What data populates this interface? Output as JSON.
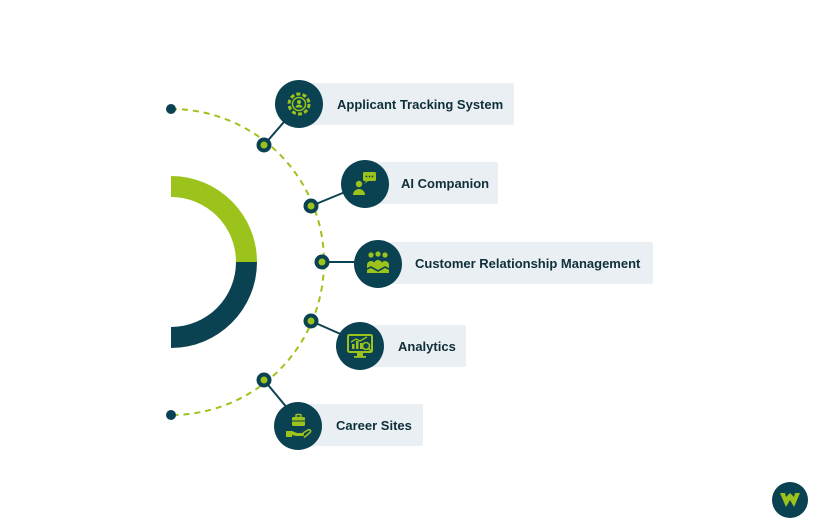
{
  "items": [
    {
      "label": "Applicant Tracking System",
      "icon": "gear-person-icon"
    },
    {
      "label": "AI Companion",
      "icon": "chat-person-icon"
    },
    {
      "label": "Customer Relationship Management",
      "icon": "handshake-group-icon"
    },
    {
      "label": "Analytics",
      "icon": "analytics-screen-icon"
    },
    {
      "label": "Career Sites",
      "icon": "briefcase-hand-icon"
    }
  ],
  "colors": {
    "dark_teal": "#0b4252",
    "lime": "#9bc31c",
    "label_bg": "#e9eff2",
    "text": "#0f2f3a"
  },
  "logo": {
    "icon": "brand-logo-icon"
  }
}
